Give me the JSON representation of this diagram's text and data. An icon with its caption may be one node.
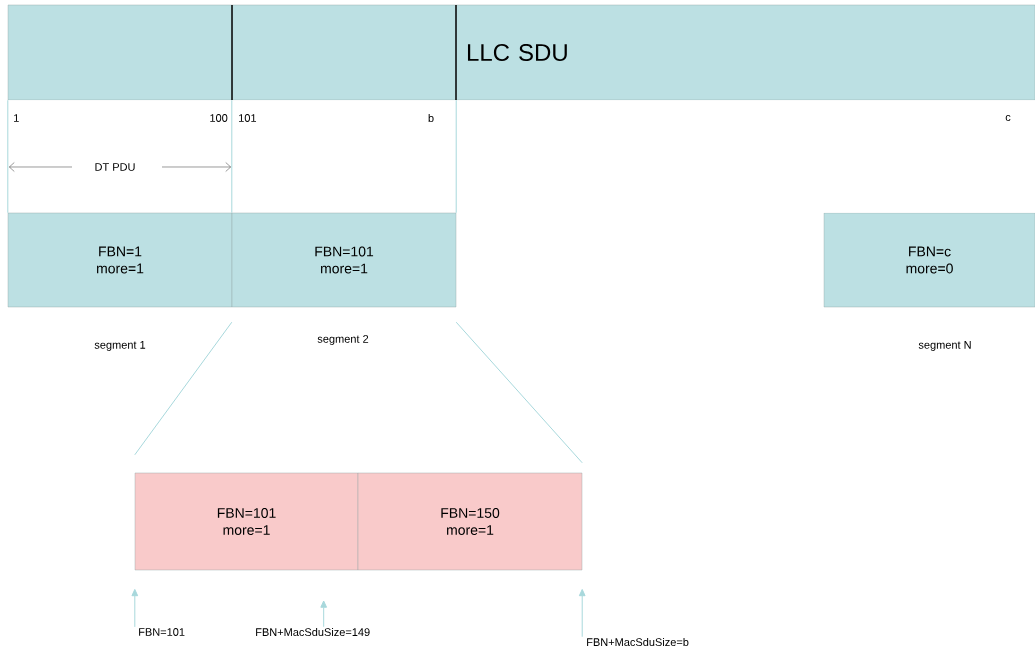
{
  "diagram": {
    "nodes": [
      {
        "text": [
          "LLC SDU"
        ]
      },
      {
        "text": [
          "FBN=1 more=1"
        ],
        "beside": [
          "segment 1"
        ]
      },
      {
        "text": [
          "FBN=101 more=1"
        ],
        "beside": [
          "segment 2"
        ]
      },
      {
        "text": [
          "FBN=c more=0"
        ],
        "beside": [
          "segment N"
        ]
      },
      {
        "text": [
          "FBN=101 more=1"
        ]
      },
      {
        "text": [
          "FBN=150 more=1"
        ]
      },
      {
        "text": [
          "FBN=101"
        ]
      },
      {
        "text": [
          "FBN+MacSduSize=149"
        ]
      },
      {
        "text": [
          "FBN+MacSduSize=b"
        ]
      }
    ],
    "edges": [
      {
        "from": 0,
        "to": 1,
        "arrow": "none",
        "color": "#a8d8dc"
      },
      {
        "from": 0,
        "to": 2,
        "arrow": "none",
        "color": "#a8d8dc"
      },
      {
        "from": 0,
        "to": 2,
        "arrow": "none",
        "color": "#a8d8dc"
      },
      {
        "from": 2,
        "to": 4,
        "arrow": "none",
        "color": "#a8d8dc"
      },
      {
        "from": 2,
        "to": 5,
        "arrow": "none",
        "color": "#a8d8dc"
      },
      {
        "from": 6,
        "to": 4,
        "arrow": "to"
      },
      {
        "from": 7,
        "to": null,
        "arrow": "to"
      },
      {
        "from": 8,
        "to": 5,
        "arrow": "to"
      }
    ],
    "labels": [
      "1",
      "100",
      "101",
      "b",
      "c",
      "DT PDU"
    ]
  }
}
